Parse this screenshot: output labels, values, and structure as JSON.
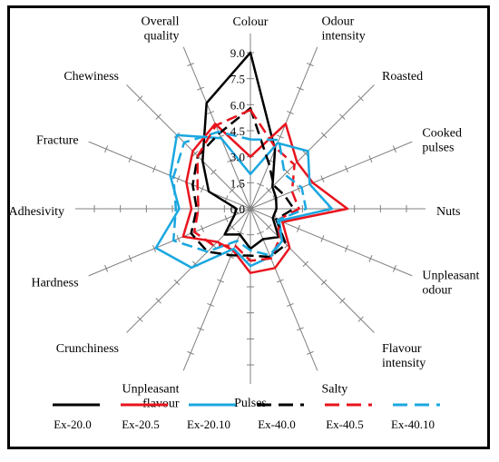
{
  "chart_data": {
    "type": "radar",
    "title": "",
    "axes": [
      "Colour",
      "Odour intensity",
      "Roasted",
      "Cooked pulses",
      "Nuts",
      "Unpleasant odour",
      "Flavour intensity",
      "Salty",
      "Pulses",
      "Unpleasant flavour",
      "Crunchiness",
      "Hardness",
      "Adhesivity",
      "Fracture",
      "Chewiness",
      "Overall quality"
    ],
    "axis_labels": [
      [
        "Colour"
      ],
      [
        "Odour",
        "intensity"
      ],
      [
        "Roasted"
      ],
      [
        "Cooked",
        "pulses"
      ],
      [
        "Nuts"
      ],
      [
        "Unpleasant",
        "odour"
      ],
      [
        "Flavour",
        "intensity"
      ],
      [
        "Salty"
      ],
      [
        "Pulses"
      ],
      [
        "Unpleasant",
        "flavour"
      ],
      [
        "Crunchiness"
      ],
      [
        "Hardness"
      ],
      [
        "Adhesivity"
      ],
      [
        "Fracture"
      ],
      [
        "Chewiness"
      ],
      [
        "Overall",
        "quality"
      ]
    ],
    "r_range": [
      0,
      9
    ],
    "r_ticks": [
      "0.0",
      "1.5",
      "3.0",
      "4.5",
      "6.0",
      "7.5",
      "9.0"
    ],
    "series": [
      {
        "name": "Ex-20.0",
        "color": "#000000",
        "dash": false,
        "values": [
          9.0,
          3.7,
          1.8,
          1.6,
          1.5,
          1.4,
          2.3,
          1.9,
          2.3,
          1.6,
          2.1,
          1.0,
          0.8,
          2.6,
          3.9,
          6.6
        ]
      },
      {
        "name": "Ex-20.5",
        "color": "#e8141e",
        "dash": false,
        "values": [
          3.0,
          5.3,
          3.8,
          3.9,
          5.6,
          2.0,
          3.2,
          3.7,
          3.7,
          2.6,
          2.7,
          4.2,
          3.4,
          4.0,
          4.7,
          5.3
        ]
      },
      {
        "name": "Ex-20.10",
        "color": "#1aa7e0",
        "dash": false,
        "values": [
          2.0,
          4.1,
          4.7,
          3.7,
          4.7,
          1.8,
          2.6,
          3.0,
          3.3,
          2.5,
          4.8,
          5.9,
          4.1,
          5.0,
          6.0,
          4.4
        ]
      },
      {
        "name": "Ex-40.0",
        "color": "#000000",
        "dash": true,
        "values": [
          5.8,
          2.8,
          1.9,
          2.1,
          2.5,
          1.6,
          2.9,
          3.0,
          2.7,
          2.9,
          3.5,
          3.7,
          3.1,
          3.6,
          4.3,
          4.7
        ]
      },
      {
        "name": "Ex-40.5",
        "color": "#e8141e",
        "dash": true,
        "values": [
          5.7,
          3.8,
          3.6,
          2.6,
          2.8,
          1.7,
          2.4,
          3.1,
          3.0,
          2.3,
          3.0,
          3.5,
          3.0,
          3.3,
          4.3,
          5.2
        ]
      },
      {
        "name": "Ex-40.10",
        "color": "#1aa7e0",
        "dash": true,
        "values": [
          4.0,
          4.3,
          2.8,
          3.2,
          3.2,
          1.7,
          2.6,
          2.9,
          2.4,
          2.0,
          3.5,
          4.8,
          4.3,
          4.8,
          5.4,
          4.8
        ]
      }
    ],
    "grid": false,
    "legend": "bottom"
  }
}
